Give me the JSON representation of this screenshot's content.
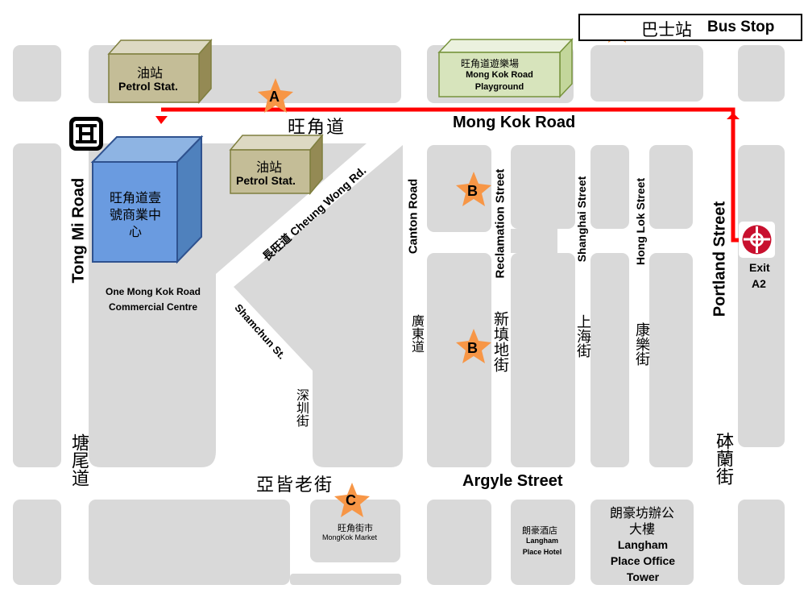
{
  "legend": {
    "label_zh": "巴士站",
    "label_en": "Bus Stop",
    "star_color": "#f79646"
  },
  "roads": {
    "mong_kok_zh": "旺角道",
    "mong_kok_en": "Mong Kok Road",
    "tong_mi_en": "Tong Mi Road",
    "tong_mi_zh": "塘尾道",
    "cheung_wong": "長旺道 Cheung Wong Rd.",
    "shamchun_en": "Shamchun St.",
    "shamchun_zh": "深圳街",
    "canton_en": "Canton Road",
    "canton_zh": "廣東道",
    "reclamation_en": "Reclamation Street",
    "reclamation_zh": "新填地街",
    "shanghai_en": "Shanghai Street",
    "shanghai_zh": "上海街",
    "honglok_en": "Hong Lok Street",
    "honglok_zh": "康樂街",
    "portland_en": "Portland Street",
    "portland_zh": "砵蘭街",
    "argyle_zh": "亞皆老街",
    "argyle_en": "Argyle Street"
  },
  "buildings": {
    "petrol1_zh": "油站",
    "petrol1_en": "Petrol Stat.",
    "petrol2_zh": "油站",
    "petrol2_en": "Petrol Stat.",
    "playground_zh": "旺角道遊樂場",
    "playground_en": "Mong Kok Road Playground",
    "omk_zh": "旺角道壹號商業中心",
    "omk_en": "One Mong Kok Road Commercial Centre",
    "market_zh": "旺角街市",
    "market_en": "MongKok Market",
    "hotel_zh": "朗豪酒店",
    "hotel_en": "Langham Place Hotel",
    "office_zh": "朗豪坊辦公大樓",
    "office_en": "Langham Place Office Tower"
  },
  "stops": [
    "A",
    "B",
    "B",
    "C"
  ],
  "mtr": {
    "exit_label": "Exit",
    "exit_code": "A2",
    "color": "#c8102e"
  },
  "route_color": "#ff0000",
  "hotel_icon": "hotel-icon"
}
